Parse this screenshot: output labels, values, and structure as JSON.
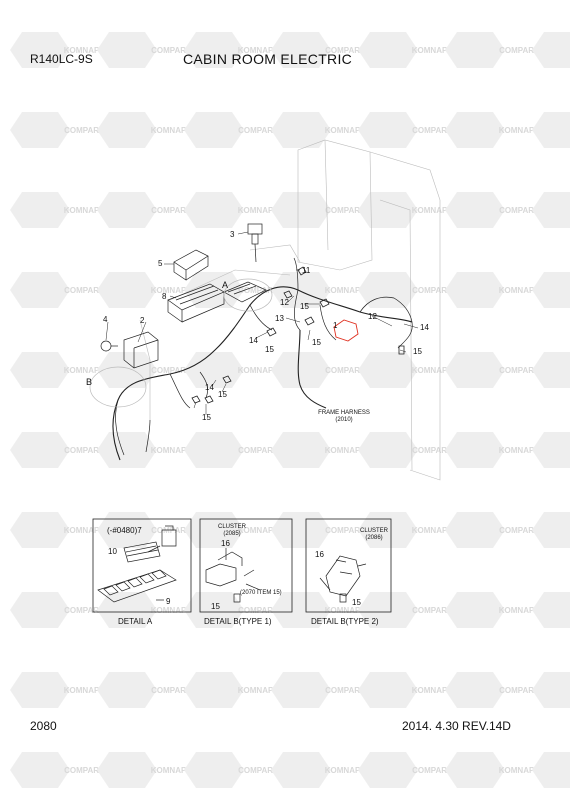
{
  "header": {
    "model": "R140LC-9S",
    "title": "CABIN ROOM ELECTRIC"
  },
  "footer": {
    "page_number": "2080",
    "date_revision": "2014. 4.30  REV.14D"
  },
  "watermark": {
    "brand_a": "KOMNAPT",
    "brand_b": "COMPART",
    "color": "#d8d8d8"
  },
  "main_view": {
    "callouts": [
      "1",
      "2",
      "3",
      "4",
      "5",
      "8",
      "11",
      "12",
      "12",
      "13",
      "14",
      "14",
      "14",
      "15",
      "15",
      "15",
      "15",
      "15",
      "15"
    ],
    "view_labels": [
      "A",
      "B"
    ],
    "frame_harness_label": "FRAME HARNESS",
    "frame_harness_ref": "(2010)"
  },
  "details": {
    "detail_a": {
      "caption": "DETAIL  A",
      "ref_label": "(-#0480)7",
      "callouts": [
        "10",
        "9"
      ]
    },
    "detail_b1": {
      "caption": "DETAIL  B(TYPE 1)",
      "cluster_label": "CLUSTER",
      "cluster_ref": "(2085)",
      "item_note": "(2070 ITEM 15)",
      "callouts": [
        "16",
        "15"
      ]
    },
    "detail_b2": {
      "caption": "DETAIL  B(TYPE 2)",
      "cluster_label": "CLUSTER",
      "cluster_ref": "(2086)",
      "callouts": [
        "16",
        "15"
      ]
    }
  },
  "highlight_color": "#e03020"
}
